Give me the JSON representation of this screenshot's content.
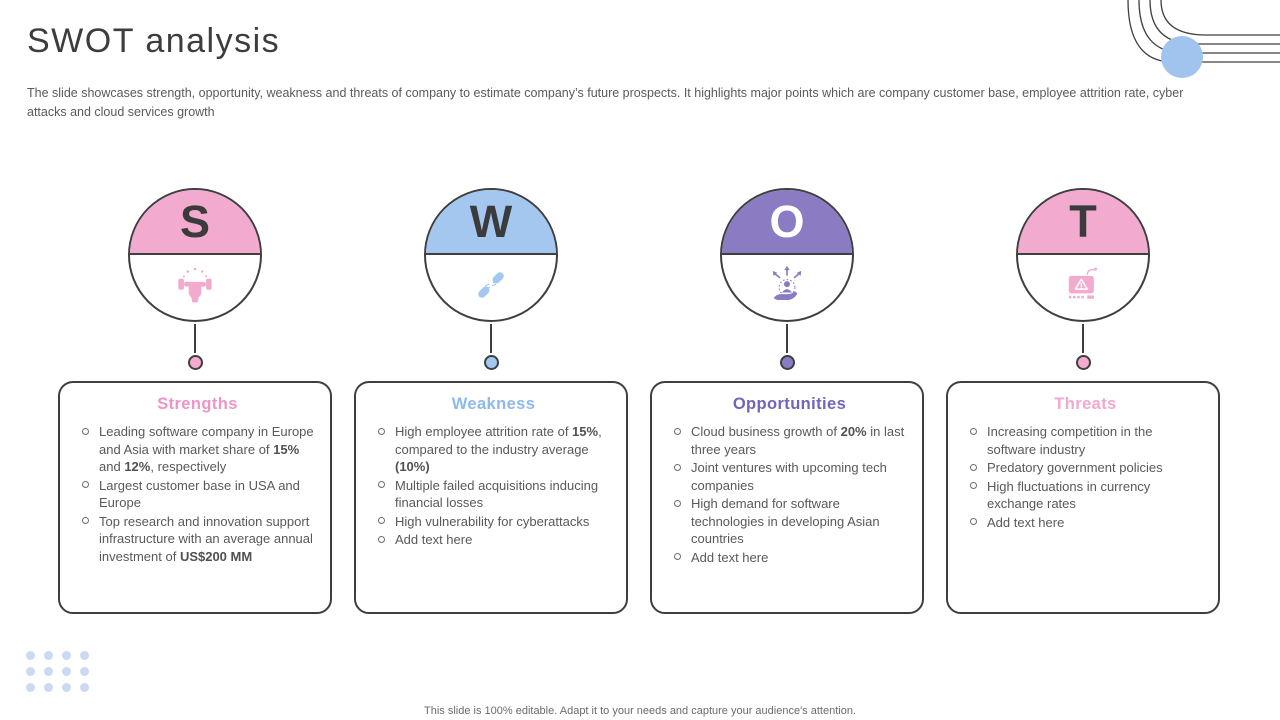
{
  "slide": {
    "title": "SWOT analysis",
    "subtitle": "The slide showcases strength, opportunity, weakness and threats of company to estimate company’s future prospects. It highlights major points which are company customer base, employee attrition rate, cyber attacks and cloud services growth",
    "footer": "This slide is 100% editable. Adapt it to your needs and capture your audience's attention."
  },
  "colors": {
    "outline": "#3F3F3F",
    "body_text": "#595959",
    "deco_circle_blue": "#A0C4EE",
    "deco_dots_blue": "#CBDAF2",
    "pink": "#F2AACE",
    "blue": "#A4C7F0",
    "purple": "#8A7BC2"
  },
  "columns": [
    {
      "letter": "S",
      "letter_color": "#3B3B3B",
      "fill": "#F2AACE",
      "header_color": "#EE95C8",
      "icon": "strength-muscle-icon",
      "header": "Strengths",
      "bullets": [
        [
          {
            "t": "Leading software company in Europe and Asia with market share of "
          },
          {
            "t": "15%",
            "b": true
          },
          {
            "t": " and "
          },
          {
            "t": "12%",
            "b": true
          },
          {
            "t": ", respectively"
          }
        ],
        [
          {
            "t": "Largest customer base in USA and Europe"
          }
        ],
        [
          {
            "t": "Top research and innovation support infrastructure with an average annual investment of "
          },
          {
            "t": "US$200 MM",
            "b": true
          }
        ]
      ]
    },
    {
      "letter": "W",
      "letter_color": "#3B3B3B",
      "fill": "#A4C7F0",
      "header_color": "#8FB9EC",
      "icon": "broken-chain-icon",
      "header": "Weakness",
      "bullets": [
        [
          {
            "t": "High employee attrition rate of "
          },
          {
            "t": "15%",
            "b": true
          },
          {
            "t": ", compared to the industry average "
          },
          {
            "t": "(10%)",
            "b": true
          }
        ],
        [
          {
            "t": "Multiple failed acquisitions inducing financial losses"
          }
        ],
        [
          {
            "t": "High vulnerability for cyberattacks"
          }
        ],
        [
          {
            "t": "Add text here"
          }
        ]
      ]
    },
    {
      "letter": "O",
      "letter_color": "#FFFFFF",
      "fill": "#8A7BC2",
      "header_color": "#7164BA",
      "icon": "growth-opportunity-icon",
      "header": "Opportunities",
      "bullets": [
        [
          {
            "t": "Cloud business growth of "
          },
          {
            "t": "20%",
            "b": true
          },
          {
            "t": " in last three years"
          }
        ],
        [
          {
            "t": "Joint ventures with upcoming tech companies"
          }
        ],
        [
          {
            "t": "High demand for software technologies in developing Asian countries"
          }
        ],
        [
          {
            "t": "Add text here"
          }
        ]
      ]
    },
    {
      "letter": "T",
      "letter_color": "#3B3B3B",
      "fill": "#F2AACE",
      "header_color": "#F3A8CF",
      "icon": "cyber-threat-icon",
      "header": "Threats",
      "bullets": [
        [
          {
            "t": "Increasing competition in the software industry"
          }
        ],
        [
          {
            "t": "Predatory government policies"
          }
        ],
        [
          {
            "t": "High fluctuations in currency exchange rates"
          }
        ],
        [
          {
            "t": "Add text here"
          }
        ]
      ]
    }
  ],
  "decor": {
    "dots": {
      "cols": 4,
      "rows": 3
    }
  }
}
